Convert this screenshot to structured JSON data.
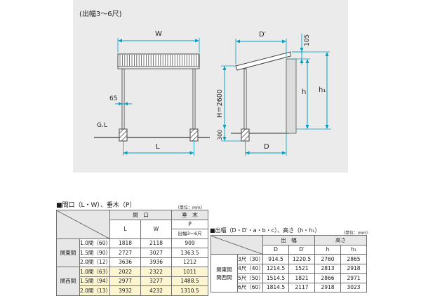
{
  "drawing": {
    "caption": "(出幅3～6尺)",
    "labels": {
      "W": "W",
      "L": "L",
      "D_prime": "D′",
      "D": "D",
      "dim_105": "105",
      "dim_65": "65",
      "ground": "G.L",
      "H_2600": "H＝2600",
      "dim_300": "300",
      "h": "h",
      "h1": "h₁"
    },
    "colors": {
      "background": "#ebebeb",
      "dimension": "#009fc6",
      "line": "#444444"
    }
  },
  "table1": {
    "title": "■間口（L・W）、垂木（P）",
    "unit": "（単位：mm）",
    "header": {
      "maguchi": "間　口",
      "taruki": "垂　木",
      "L": "L",
      "W": "W",
      "P": "P",
      "P_sub": "出幅3～6尺"
    },
    "groups": [
      {
        "name": "関東間",
        "rows": [
          {
            "size": "1.0間（60）",
            "L": "1818",
            "W": "2118",
            "P": "909"
          },
          {
            "size": "1.5間（90）",
            "L": "2727",
            "W": "3027",
            "P": "1363.5"
          },
          {
            "size": "2.0間（12）",
            "L": "3636",
            "W": "3936",
            "P": "1212"
          }
        ]
      },
      {
        "name": "関西間",
        "rows": [
          {
            "size": "1.0間（63）",
            "L": "2022",
            "W": "2322",
            "P": "1011"
          },
          {
            "size": "1.5間（94）",
            "L": "2977",
            "W": "3277",
            "P": "1488.5"
          },
          {
            "size": "2.0間（13）",
            "L": "3932",
            "W": "4232",
            "P": "1310.5"
          }
        ]
      }
    ]
  },
  "table2": {
    "title": "■出幅（D・D′・a・b・c）、高さ（h・h₁）",
    "unit": "（単位：mm）",
    "header": {
      "dehaba": "出　幅",
      "takasa": "高さ",
      "D": "D",
      "D_prime": "D′",
      "h": "h",
      "h1": "h₁"
    },
    "groups": [
      {
        "name": "関東間"
      },
      {
        "name": "関西間"
      }
    ],
    "rows": [
      {
        "size": "3尺（30）",
        "D": "914.5",
        "D_prime": "1220.5",
        "h": "2760",
        "h1": "2865"
      },
      {
        "size": "4尺（40）",
        "D": "1214.5",
        "D_prime": "1521",
        "h": "2813",
        "h1": "2918"
      },
      {
        "size": "5尺（50）",
        "D": "1514.5",
        "D_prime": "1821",
        "h": "2866",
        "h1": "2971"
      },
      {
        "size": "6尺（60）",
        "D": "1814.5",
        "D_prime": "2117",
        "h": "2918",
        "h1": "3023"
      }
    ]
  }
}
